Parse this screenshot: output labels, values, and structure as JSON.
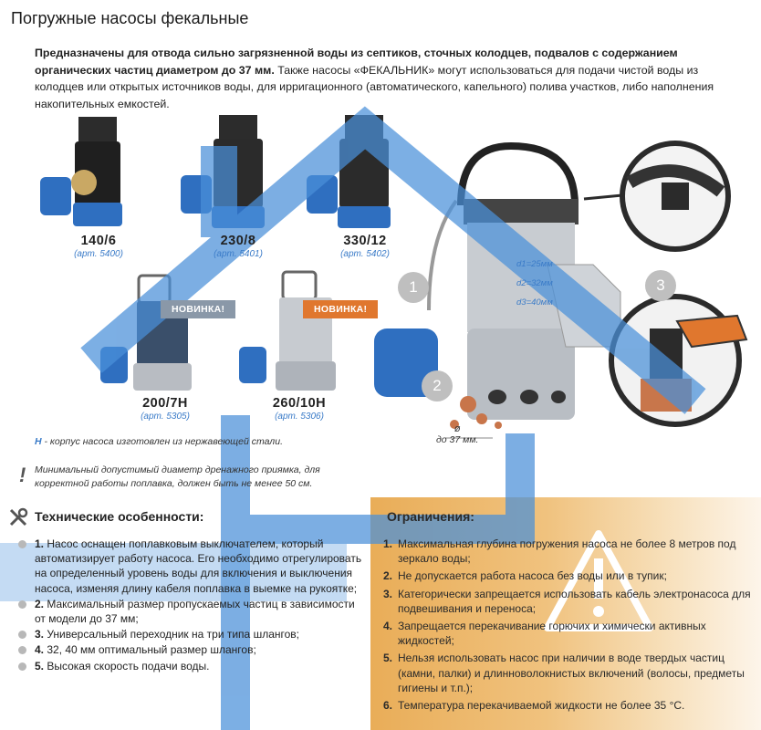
{
  "title": "Погружные насосы фекальные",
  "intro": {
    "bold": "Предназначены для отвода сильно загрязненной воды из септиков, сточных колодцев, подвалов с содержанием органических частиц диаметром до 37 мм.",
    "normal": " Также насосы «ФЕКАЛЬНИК» могут использоваться для подачи чистой воды из колодцев или открытых источников воды, для ирригационного (автоматического, капельного) полива участков, либо наполнения накопительных емкостей."
  },
  "models": [
    {
      "name": "140/6",
      "art": "(арт. 5400)"
    },
    {
      "name": "230/8",
      "art": "(арт. 5401)"
    },
    {
      "name": "330/12",
      "art": "(арт. 5402)"
    },
    {
      "name": "200/7Н",
      "art": "(арт. 5305)"
    },
    {
      "name": "260/10Н",
      "art": "(арт. 5306)"
    }
  ],
  "badges": {
    "new1": "НОВИНКА!",
    "new2": "НОВИНКА!"
  },
  "diagram": {
    "d1": "d1=25мм",
    "d2": "d2=32мм",
    "d3": "d3=40мм",
    "diameter_symbol": "ø",
    "diameter_label": "до 37 мм.",
    "callout1": "1",
    "callout2": "2",
    "callout3": "3"
  },
  "notes": {
    "h_letter": "Н",
    "h_text": " - корпус насоса изготовлен из нержавеющей стали.",
    "excl": "!",
    "min_text": "Минимальный допустимый диаметр дренажного приямка, для корректной работы поплавка, должен быть не менее 50 см."
  },
  "tech": {
    "title": "Технические особенности:",
    "items": [
      {
        "num": "1.",
        "text": " Насос оснащен поплавковым выключателем, который автоматизирует работу насоса. Его необходимо отрегулировать на определенный уровень воды для включения и выключения насоса, изменяя длину кабеля поплавка в выемке на рукоятке;"
      },
      {
        "num": "2.",
        "text": " Максимальный размер пропускаемых частиц в зависимости от модели до 37 мм;"
      },
      {
        "num": "3.",
        "text": " Универсальный переходник на три типа шлангов;"
      },
      {
        "num": "4.",
        "text": " 32, 40 мм оптимальный размер шлангов;"
      },
      {
        "num": "5.",
        "text": " Высокая скорость подачи воды."
      }
    ]
  },
  "limits": {
    "title": "Ограничения:",
    "items": [
      {
        "num": "1.",
        "text": "Максимальная глубина погружения насоса не более 8 метров под зеркало воды;"
      },
      {
        "num": "2.",
        "text": "Не допускается работа насоса без воды или в тупик;"
      },
      {
        "num": "3.",
        "text": "Категорически запрещается использовать кабель электронасоса для подвешивания и переноса;"
      },
      {
        "num": "4.",
        "text": "Запрещается перекачивание горючих и химически активных жидкостей;"
      },
      {
        "num": "5.",
        "text": "Нельзя использовать насос при наличии в воде твердых частиц (камни, палки) и длинноволокнистых включений (волосы, предметы гигиены и т.п.);"
      },
      {
        "num": "6.",
        "text": "Температура перекачиваемой жидкости не более 35 °С."
      }
    ]
  },
  "colors": {
    "accent_blue": "#3a7bc8",
    "house_blue": "#4a90d9",
    "orange": "#e0772e",
    "warning_bg": "#eeb563"
  }
}
